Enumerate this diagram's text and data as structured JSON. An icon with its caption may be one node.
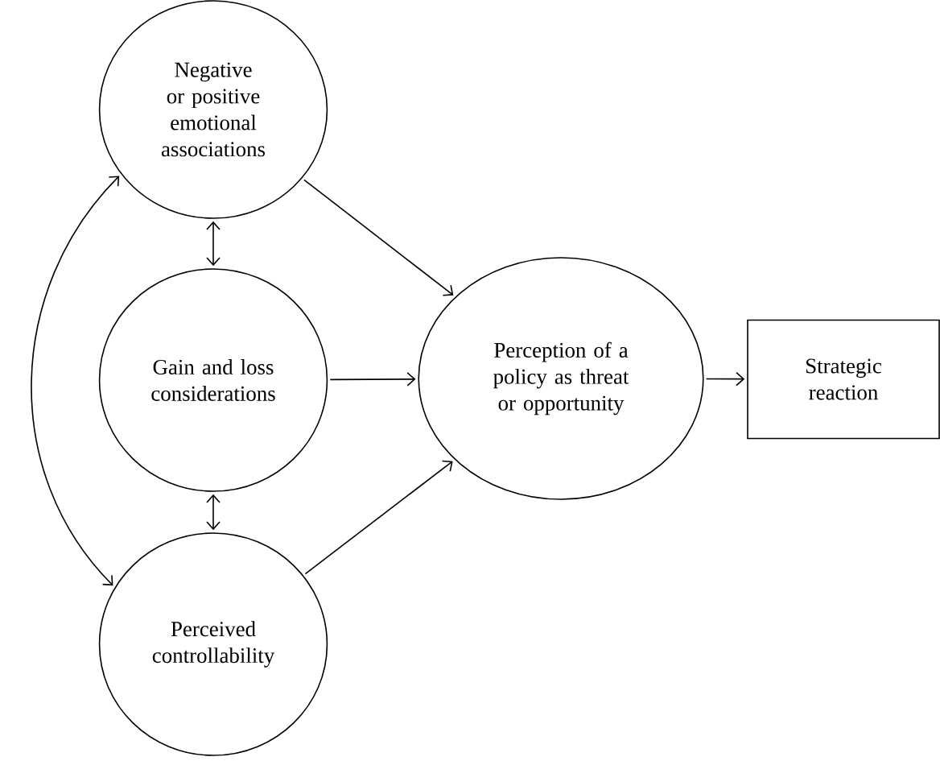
{
  "diagram": {
    "nodes": [
      {
        "text": [
          "Negative or positive emotional associations"
        ]
      },
      {
        "text": [
          "Gain and loss considerations"
        ]
      },
      {
        "text": [
          "Perceived controllability"
        ]
      },
      {
        "text": [
          "Perception of a policy as threat or opportunity"
        ]
      },
      {
        "text": [
          "Strategic reaction"
        ]
      }
    ],
    "edges": [
      {
        "from": 0,
        "to": 1,
        "arrow": "both"
      },
      {
        "from": 1,
        "to": 2,
        "arrow": "both"
      },
      {
        "from": 0,
        "to": 2,
        "arrow": "both"
      },
      {
        "from": 0,
        "to": 3,
        "arrow": "to"
      },
      {
        "from": 1,
        "to": 3,
        "arrow": "to"
      },
      {
        "from": 2,
        "to": 3,
        "arrow": "to"
      },
      {
        "from": 3,
        "to": 4,
        "arrow": "to"
      }
    ]
  }
}
